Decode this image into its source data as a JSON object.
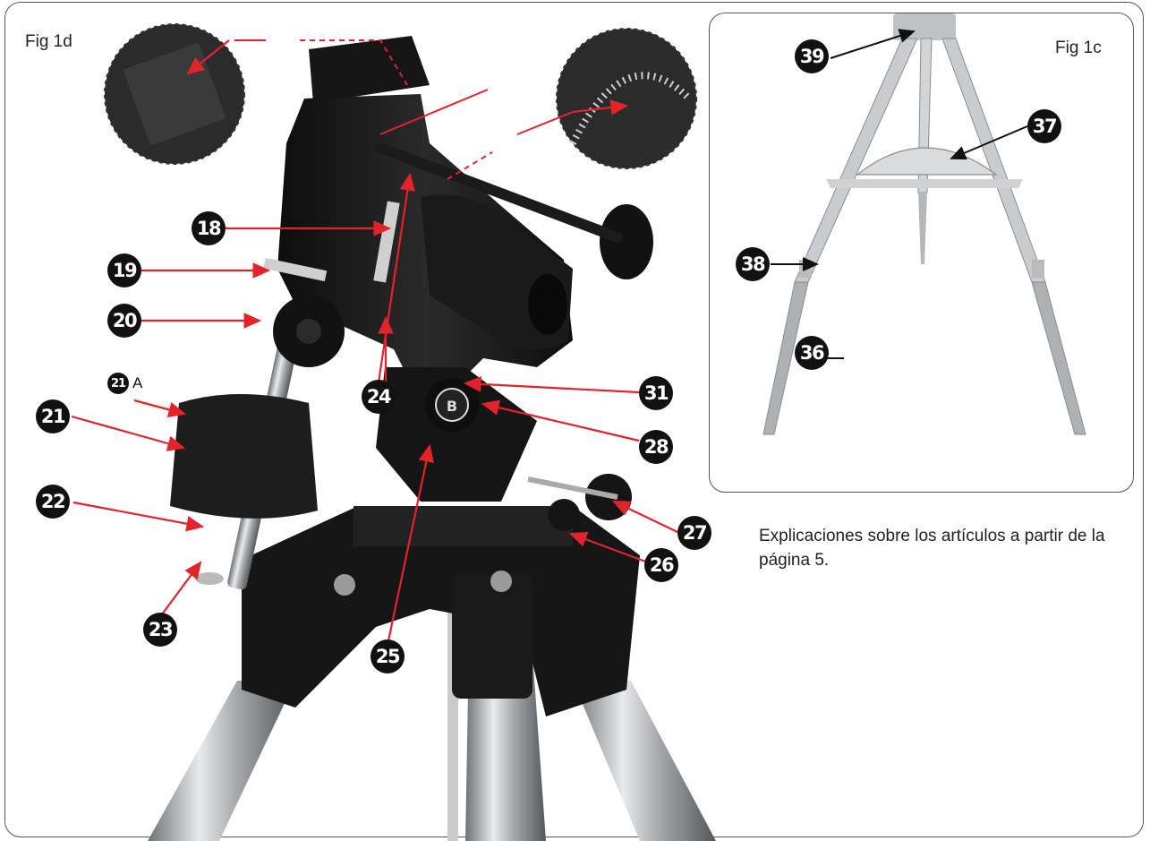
{
  "figures": {
    "main_label": "Fig 1d",
    "inset_label": "Fig 1c"
  },
  "caption": "Explicaciones sobre los artículos a partir de la página 5.",
  "callouts_main": [
    {
      "id": "18",
      "text": "18"
    },
    {
      "id": "19",
      "text": "19"
    },
    {
      "id": "20",
      "text": "20"
    },
    {
      "id": "21a",
      "text": "21",
      "suffix": "A"
    },
    {
      "id": "21",
      "text": "21"
    },
    {
      "id": "22",
      "text": "22"
    },
    {
      "id": "23",
      "text": "23"
    },
    {
      "id": "24",
      "text": "24"
    },
    {
      "id": "25",
      "text": "25"
    },
    {
      "id": "26",
      "text": "26"
    },
    {
      "id": "27",
      "text": "27"
    },
    {
      "id": "28",
      "text": "28"
    },
    {
      "id": "31",
      "text": "31"
    }
  ],
  "callouts_inset": [
    {
      "id": "36",
      "text": "36"
    },
    {
      "id": "37",
      "text": "37"
    },
    {
      "id": "38",
      "text": "38"
    },
    {
      "id": "39",
      "text": "39"
    }
  ],
  "colors": {
    "callout_arrow_main": "#e2232a",
    "callout_arrow_inset": "#111111",
    "badge": "#111111",
    "mount_body": "#1c1c1c",
    "steel": "#b9bcbf"
  }
}
